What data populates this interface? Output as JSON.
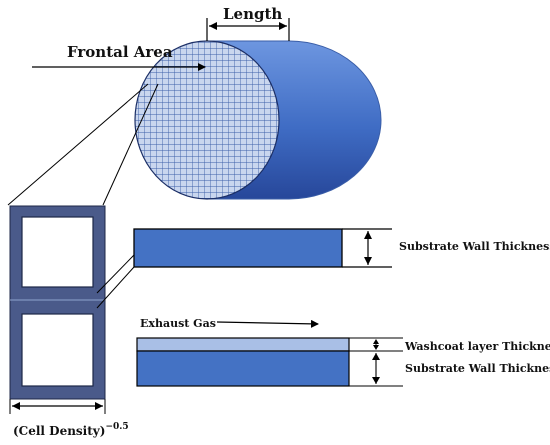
{
  "labels": {
    "length": "Length",
    "frontal_area": "Frontal Area",
    "substrate_wall_1": "Substrate Wall Thickness",
    "exhaust_gas": "Exhaust Gas",
    "washcoat": "Washcoat layer Thickness",
    "substrate_wall_2": "Substrate Wall Thickness",
    "cell_density": "(Cell Density)",
    "cell_density_exp": "−0.5"
  },
  "colors": {
    "substrate_blue": "#4472c4",
    "dark_blue": "#2f4f8f",
    "face_fill": "#c9d6ee",
    "grid_line": "#3b5ea8",
    "washcoat": "#a9bfe6",
    "cell_frame": "#4a5a8a",
    "outline": "#000000"
  }
}
